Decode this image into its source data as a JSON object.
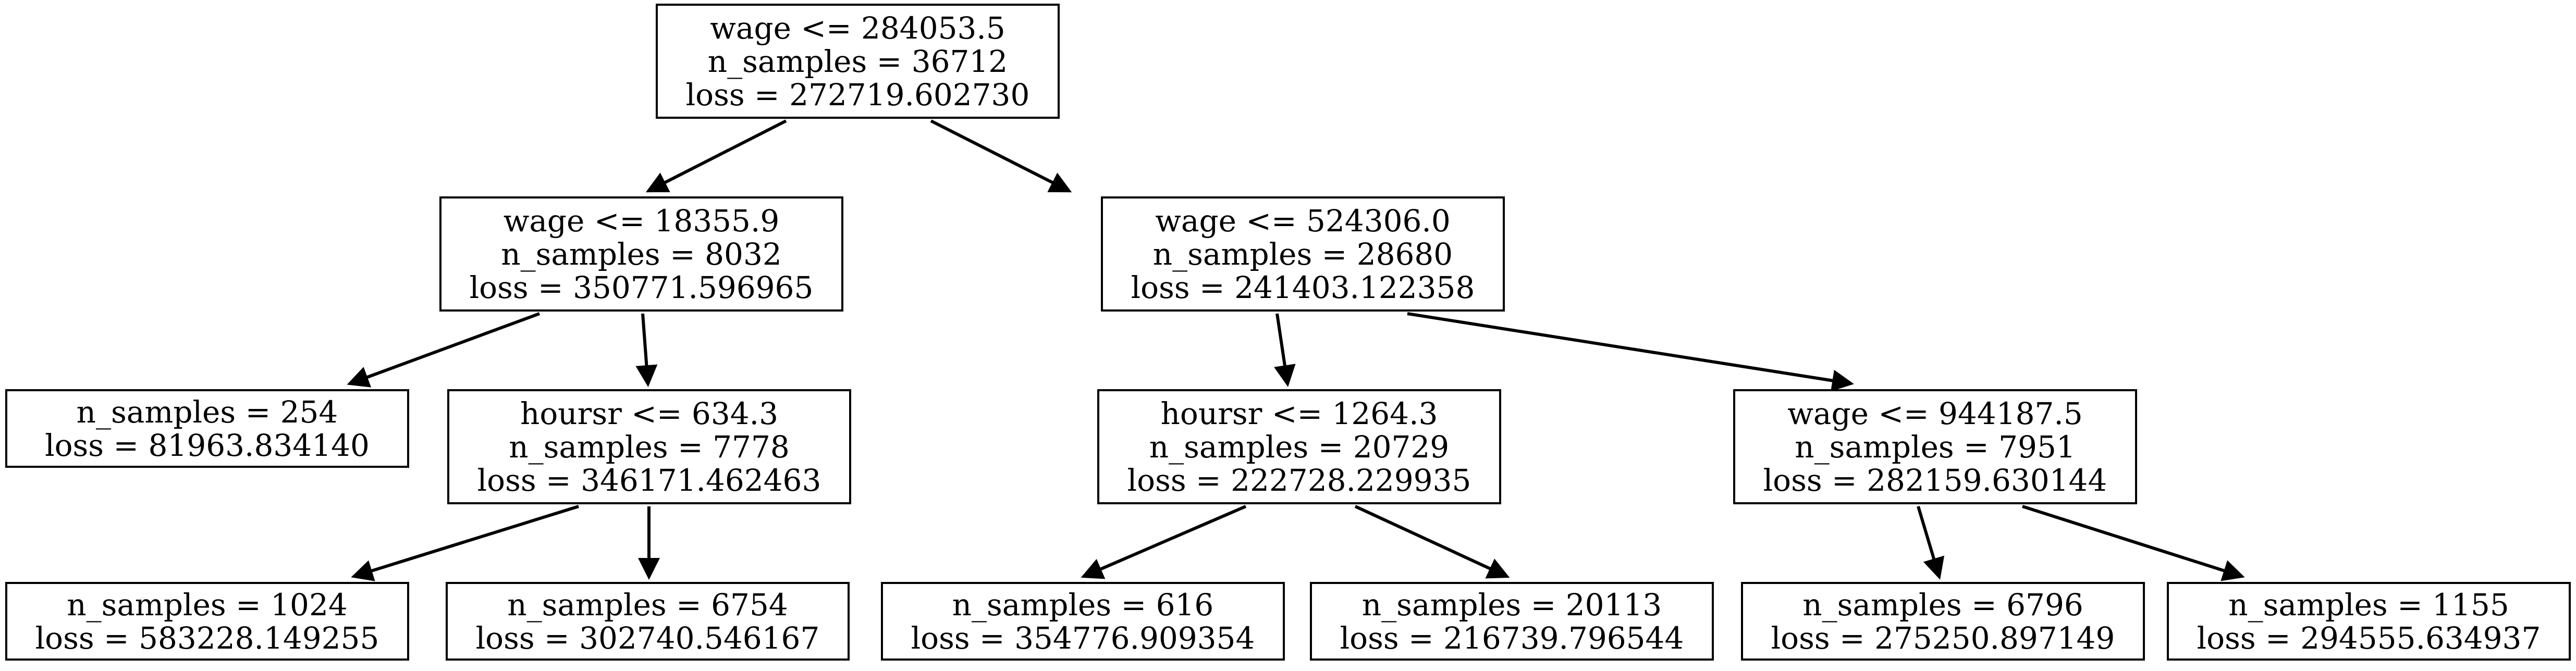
{
  "diagram": {
    "type": "decision-tree",
    "title": "",
    "background_color": "#ffffff",
    "node_border_color": "#000000",
    "node_fill_color": "#ffffff",
    "edge_color": "#000000",
    "nodes": [
      {
        "id": "n0",
        "role": "root",
        "condition": "wage <= 284053.5",
        "n_samples": "n_samples = 36712",
        "loss": "loss = 272719.602730"
      },
      {
        "id": "n1",
        "role": "internal",
        "condition": "wage <= 18355.9",
        "n_samples": "n_samples = 8032",
        "loss": "loss = 350771.596965"
      },
      {
        "id": "n2",
        "role": "internal",
        "condition": "wage <= 524306.0",
        "n_samples": "n_samples = 28680",
        "loss": "loss = 241403.122358"
      },
      {
        "id": "n3",
        "role": "leaf",
        "condition": "",
        "n_samples": "n_samples = 254",
        "loss": "loss = 81963.834140"
      },
      {
        "id": "n4",
        "role": "internal",
        "condition": "hoursr <= 634.3",
        "n_samples": "n_samples = 7778",
        "loss": "loss = 346171.462463"
      },
      {
        "id": "n5",
        "role": "internal",
        "condition": "hoursr <= 1264.3",
        "n_samples": "n_samples = 20729",
        "loss": "loss = 222728.229935"
      },
      {
        "id": "n6",
        "role": "internal",
        "condition": "wage <= 944187.5",
        "n_samples": "n_samples = 7951",
        "loss": "loss = 282159.630144"
      },
      {
        "id": "n7",
        "role": "leaf",
        "condition": "",
        "n_samples": "n_samples = 1024",
        "loss": "loss = 583228.149255"
      },
      {
        "id": "n8",
        "role": "leaf",
        "condition": "",
        "n_samples": "n_samples = 6754",
        "loss": "loss = 302740.546167"
      },
      {
        "id": "n9",
        "role": "leaf",
        "condition": "",
        "n_samples": "n_samples = 616",
        "loss": "loss = 354776.909354"
      },
      {
        "id": "n10",
        "role": "leaf",
        "condition": "",
        "n_samples": "n_samples = 20113",
        "loss": "loss = 216739.796544"
      },
      {
        "id": "n11",
        "role": "leaf",
        "condition": "",
        "n_samples": "n_samples = 6796",
        "loss": "loss = 275250.897149"
      },
      {
        "id": "n12",
        "role": "leaf",
        "condition": "",
        "n_samples": "n_samples = 1155",
        "loss": "loss = 294555.634937"
      }
    ],
    "edges": [
      {
        "from": "n0",
        "to": "n1"
      },
      {
        "from": "n0",
        "to": "n2"
      },
      {
        "from": "n1",
        "to": "n3"
      },
      {
        "from": "n1",
        "to": "n4"
      },
      {
        "from": "n2",
        "to": "n5"
      },
      {
        "from": "n2",
        "to": "n6"
      },
      {
        "from": "n4",
        "to": "n7"
      },
      {
        "from": "n4",
        "to": "n8"
      },
      {
        "from": "n5",
        "to": "n9"
      },
      {
        "from": "n5",
        "to": "n10"
      },
      {
        "from": "n6",
        "to": "n11"
      },
      {
        "from": "n6",
        "to": "n12"
      }
    ]
  }
}
